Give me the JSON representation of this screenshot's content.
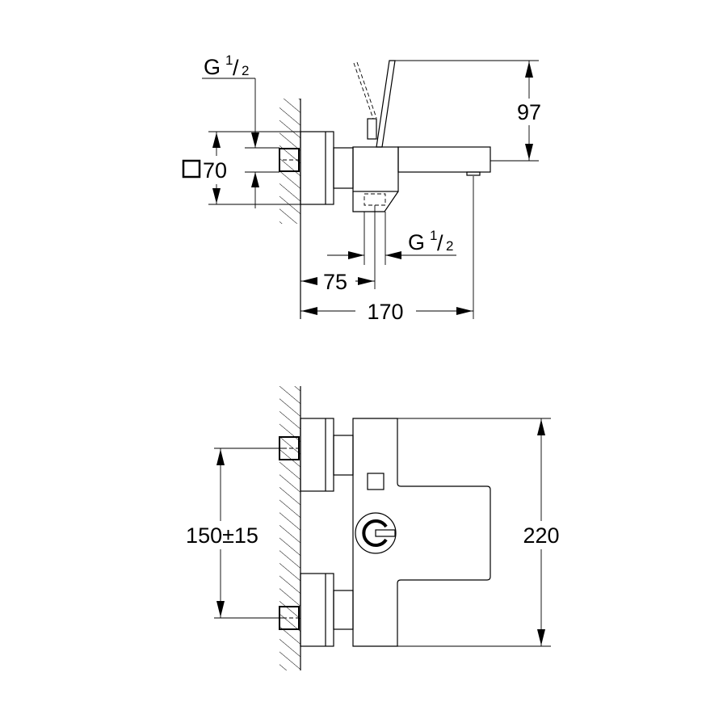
{
  "side_view": {
    "inlet_thread": {
      "prefix": "G",
      "num": "1",
      "slash": "/",
      "den": "2"
    },
    "outlet_thread": {
      "prefix": "G",
      "num": "1",
      "slash": "/",
      "den": "2"
    },
    "rosette_size": "70",
    "handle_height": "97",
    "outlet_offset": "75",
    "spout_projection": "170"
  },
  "front_view": {
    "inlet_spacing": "150±15",
    "total_height": "220"
  }
}
